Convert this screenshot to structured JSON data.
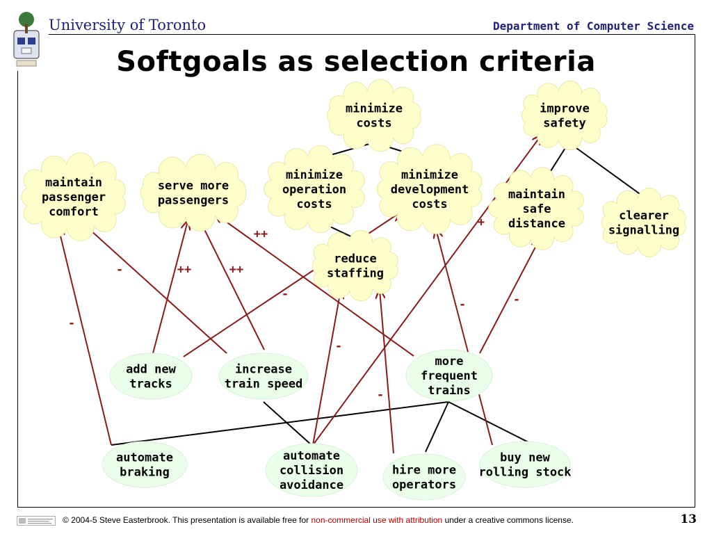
{
  "header": {
    "university": "University of Toronto",
    "department": "Department of Computer Science"
  },
  "title": "Softgoals as selection criteria",
  "colors": {
    "cloud_fill": "#ffffcc",
    "task_fill": "#eaffea",
    "header_text": "#1f1f7a",
    "contribution_arrow": "#8b1a1a",
    "decomposition_line": "#000000"
  },
  "softgoals": [
    {
      "id": "minimize-costs",
      "lines": [
        "minimize",
        "costs"
      ]
    },
    {
      "id": "improve-safety",
      "lines": [
        "improve",
        "safety"
      ]
    },
    {
      "id": "maintain-passenger-comfort",
      "lines": [
        "maintain",
        "passenger",
        "comfort"
      ]
    },
    {
      "id": "serve-more-passengers",
      "lines": [
        "serve more",
        "passengers"
      ]
    },
    {
      "id": "minimize-operation-costs",
      "lines": [
        "minimize",
        "operation",
        "costs"
      ]
    },
    {
      "id": "minimize-development-costs",
      "lines": [
        "minimize",
        "development",
        "costs"
      ]
    },
    {
      "id": "maintain-safe-distance",
      "lines": [
        "maintain",
        "safe",
        "distance"
      ]
    },
    {
      "id": "clearer-signalling",
      "lines": [
        "clearer",
        "signalling"
      ]
    },
    {
      "id": "reduce-staffing",
      "lines": [
        "reduce",
        "staffing"
      ]
    }
  ],
  "tasks": [
    {
      "id": "add-new-tracks",
      "lines": [
        "add new",
        "tracks"
      ]
    },
    {
      "id": "increase-train-speed",
      "lines": [
        "increase",
        "train speed"
      ]
    },
    {
      "id": "more-frequent-trains",
      "lines": [
        "more",
        "frequent",
        "trains"
      ]
    },
    {
      "id": "automate-braking",
      "lines": [
        "automate",
        "braking"
      ]
    },
    {
      "id": "automate-collision-avoidance",
      "lines": [
        "automate",
        "collision",
        "avoidance"
      ]
    },
    {
      "id": "hire-more-operators",
      "lines": [
        "hire more",
        "operators"
      ]
    },
    {
      "id": "buy-new-rolling-stock",
      "lines": [
        "buy new",
        "rolling stock"
      ]
    }
  ],
  "decompositions": [
    {
      "from": "minimize-costs",
      "to": "minimize-operation-costs"
    },
    {
      "from": "minimize-costs",
      "to": "minimize-development-costs"
    },
    {
      "from": "improve-safety",
      "to": "maintain-safe-distance"
    },
    {
      "from": "improve-safety",
      "to": "clearer-signalling"
    },
    {
      "from": "minimize-operation-costs",
      "to": "reduce-staffing"
    },
    {
      "from": "more-frequent-trains",
      "to": "automate-braking"
    },
    {
      "from": "more-frequent-trains",
      "to": "hire-more-operators"
    },
    {
      "from": "more-frequent-trains",
      "to": "buy-new-rolling-stock"
    },
    {
      "from": "increase-train-speed",
      "to": "automate-collision-avoidance"
    }
  ],
  "contributions": [
    {
      "from": "automate-braking",
      "to": "maintain-passenger-comfort",
      "label": "-"
    },
    {
      "from": "increase-train-speed",
      "to": "maintain-passenger-comfort",
      "label": "-"
    },
    {
      "from": "add-new-tracks",
      "to": "serve-more-passengers",
      "label": "++"
    },
    {
      "from": "increase-train-speed",
      "to": "serve-more-passengers",
      "label": "++"
    },
    {
      "from": "more-frequent-trains",
      "to": "serve-more-passengers",
      "label": "++"
    },
    {
      "from": "add-new-tracks",
      "to": "minimize-development-costs",
      "label": "-"
    },
    {
      "from": "automate-collision-avoidance",
      "to": "improve-safety",
      "label": "+"
    },
    {
      "from": "automate-collision-avoidance",
      "to": "reduce-staffing",
      "label": "-"
    },
    {
      "from": "hire-more-operators",
      "to": "reduce-staffing",
      "label": "-"
    },
    {
      "from": "buy-new-rolling-stock",
      "to": "minimize-development-costs",
      "label": "-"
    },
    {
      "from": "more-frequent-trains",
      "to": "maintain-safe-distance",
      "label": "-"
    }
  ],
  "footer": {
    "copyright": "© 2004-5 Steve Easterbrook. This presentation is available free for ",
    "link_text": "non-commercial use with attribution",
    "suffix": " under a creative commons license."
  },
  "page_number": "13"
}
